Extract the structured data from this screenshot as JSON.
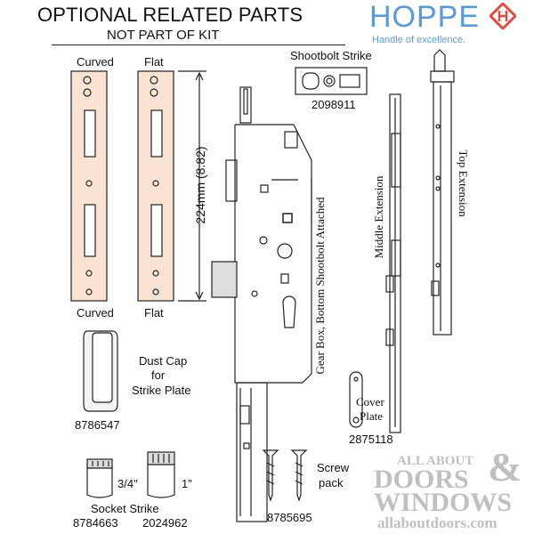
{
  "header": {
    "title": "OPTIONAL RELATED PARTS",
    "subtitle": "NOT PART OF KIT"
  },
  "brand": {
    "name": "HOPPE",
    "tagline": "Handle of excellence.",
    "accent": "#5b9bd5",
    "logo_color": "#e04a3f"
  },
  "strikes": {
    "curved_label": "Curved",
    "flat_label": "Flat",
    "dimension": "224mm (8.82)"
  },
  "shootbolt_strike": {
    "label": "Shootbolt Strike",
    "part": "2098911"
  },
  "gearbox": {
    "label": "Gear Box, Bottom Shootbolt Attached"
  },
  "middle_extension": {
    "label": "Middle Extension"
  },
  "top_extension": {
    "label": "Top Extension"
  },
  "dust_cap": {
    "line1": "Dust Cap",
    "line2": "for",
    "line3": "Strike Plate",
    "part": "8786547"
  },
  "cover_plate": {
    "line1": "Cover",
    "line2": "Plate",
    "part": "2875118"
  },
  "socket_strike": {
    "label": "Socket Strike",
    "size_a": "3/4\"",
    "size_b": "1\"",
    "part_a": "8784663",
    "part_b": "2024962"
  },
  "screw_pack": {
    "line1": "Screw",
    "line2": "pack",
    "part": "8785695"
  },
  "watermark": {
    "line1": "ALL ABOUT",
    "line2": "DOORS",
    "amp": "&",
    "line3": "WINDOWS",
    "url": "allaboutdoors.com"
  }
}
